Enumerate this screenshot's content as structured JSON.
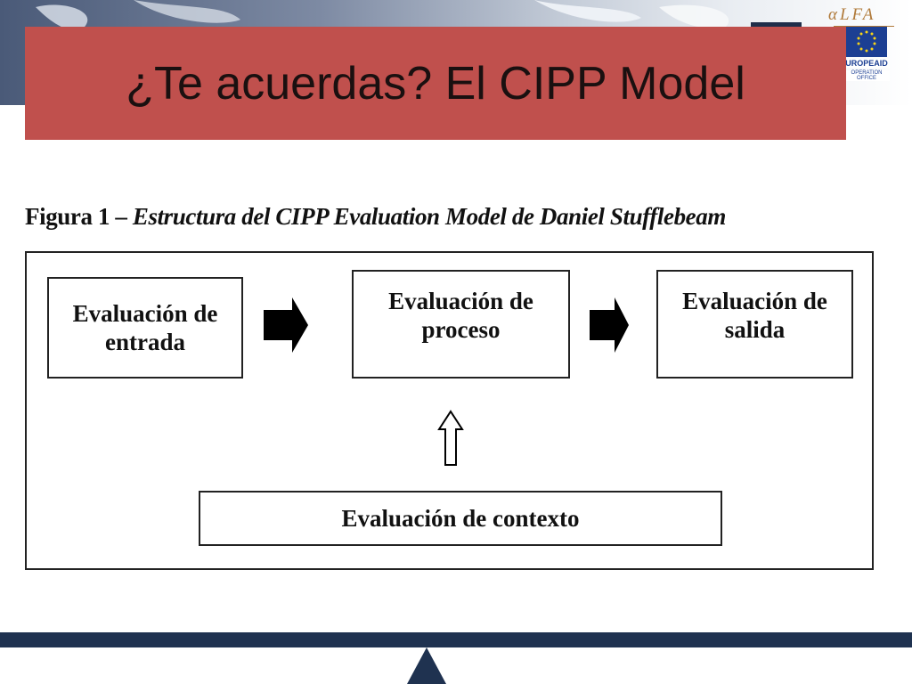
{
  "slide": {
    "title": "¿Te acuerdas? El CIPP Model"
  },
  "logos": {
    "alfa": "αLFA",
    "europeaid_line1": "UROPEAID",
    "europeaid_line2": "OPERATION OFFICE"
  },
  "figure": {
    "caption_prefix": "Figura 1 – ",
    "caption_text": "Estructura del CIPP Evaluation Model de Daniel Stufflebeam",
    "boxes": {
      "entrada": "Evaluación de entrada",
      "proceso": "Evaluación de proceso",
      "salida": "Evaluación de salida",
      "contexto": "Evaluación de contexto"
    }
  },
  "colors": {
    "title_band": "#c0504d",
    "navy": "#1f3250"
  }
}
